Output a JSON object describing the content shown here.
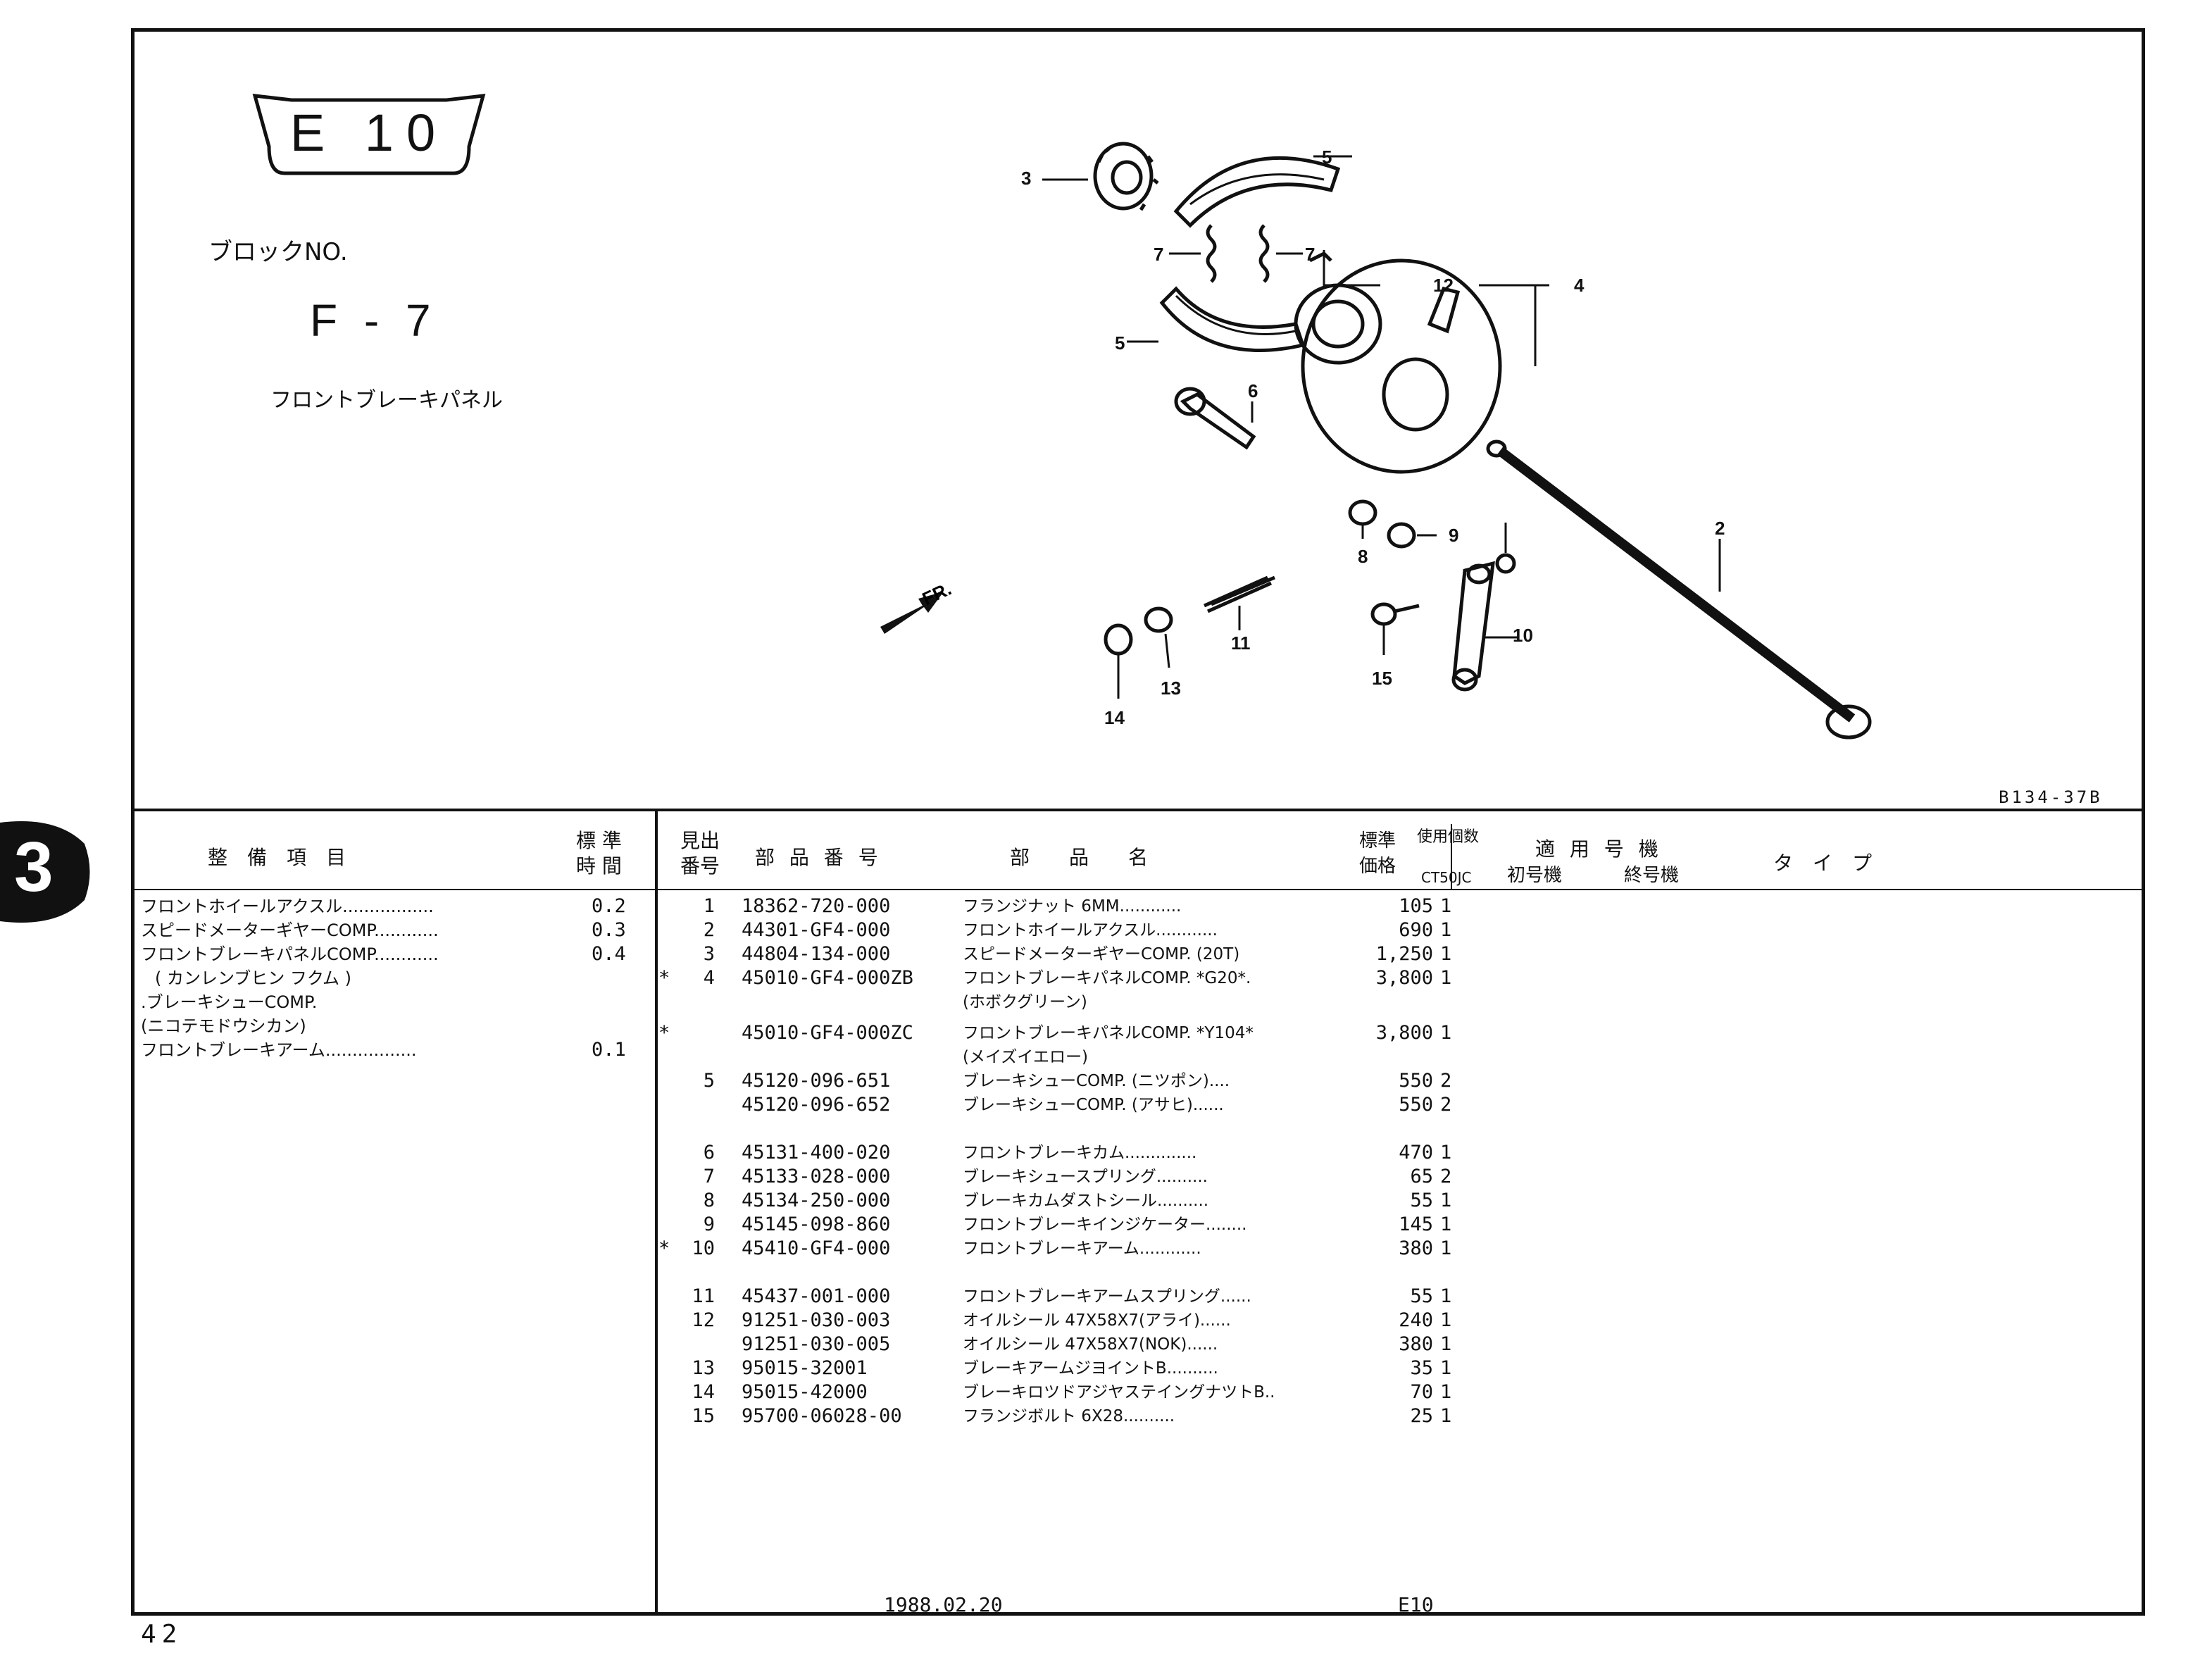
{
  "header": {
    "block_badge": "E 10",
    "block_no_label": "ブロックNO.",
    "block_code": "F - 7",
    "block_name": "フロントブレーキパネル",
    "diagram_ref": "B134-37B",
    "fr_label": "FR."
  },
  "diagram": {
    "callouts": [
      "3",
      "5",
      "7",
      "7",
      "12",
      "4",
      "5",
      "6",
      "2",
      "8",
      "9",
      "11",
      "10",
      "13",
      "14",
      "15"
    ]
  },
  "table_headers": {
    "service_item": "整　備　項　目",
    "std_time": "標 準\n時 間",
    "ref_no": "見出\n番号",
    "part_no": "部 品 番 号",
    "part_name": "部　　品　　名",
    "std_price": "標準\n価格",
    "qty_label": "使用個数",
    "qty_model": "CT50JC",
    "applicable": "適 用 号 機",
    "first_frame": "初号機",
    "last_frame": "終号機",
    "type": "タ　イ　プ"
  },
  "service_items": [
    {
      "name": "フロントホイールアクスル.................",
      "time": "0.2"
    },
    {
      "name": "スピードメーターギヤーCOMP............",
      "time": "0.3"
    },
    {
      "name": "フロントブレーキパネルCOMP............",
      "time": "0.4"
    },
    {
      "name": "( カンレンブヒン フクム )",
      "time": ""
    },
    {
      "name": ".ブレーキシューCOMP.",
      "time": ""
    },
    {
      "name": "(ニコテモドウシカン)",
      "time": ""
    },
    {
      "name": "フロントブレーキアーム.................",
      "time": "0.1"
    }
  ],
  "parts": [
    {
      "mark": "",
      "ref": "1",
      "part_no": "18362-720-000",
      "name": "フランジナット 6MM............",
      "price": "105",
      "qty": "1"
    },
    {
      "mark": "",
      "ref": "2",
      "part_no": "44301-GF4-000",
      "name": "フロントホイールアクスル............",
      "price": "690",
      "qty": "1"
    },
    {
      "mark": "",
      "ref": "3",
      "part_no": "44804-134-000",
      "name": "スピードメーターギヤーCOMP. (20T)",
      "price": "1,250",
      "qty": "1"
    },
    {
      "mark": "*",
      "ref": "4",
      "part_no": "45010-GF4-000ZB",
      "name": "フロントブレーキパネルCOMP. *G20*.",
      "price": "3,800",
      "qty": "1"
    },
    {
      "mark": "",
      "ref": "",
      "part_no": "",
      "name": "(ホボクグリーン)",
      "price": "",
      "qty": ""
    },
    {
      "mark": "*",
      "ref": "",
      "part_no": "45010-GF4-000ZC",
      "name": "フロントブレーキパネルCOMP. *Y104*",
      "price": "3,800",
      "qty": "1"
    },
    {
      "mark": "",
      "ref": "",
      "part_no": "",
      "name": "(メイズイエロー)",
      "price": "",
      "qty": ""
    },
    {
      "mark": "",
      "ref": "5",
      "part_no": "45120-096-651",
      "name": "ブレーキシューCOMP. (ニツポン)....",
      "price": "550",
      "qty": "2"
    },
    {
      "mark": "",
      "ref": "",
      "part_no": "45120-096-652",
      "name": "ブレーキシューCOMP. (アサヒ)......",
      "price": "550",
      "qty": "2"
    },
    {
      "mark": "",
      "ref": "",
      "part_no": "",
      "name": "",
      "price": "",
      "qty": ""
    },
    {
      "mark": "",
      "ref": "6",
      "part_no": "45131-400-020",
      "name": "フロントブレーキカム..............",
      "price": "470",
      "qty": "1"
    },
    {
      "mark": "",
      "ref": "7",
      "part_no": "45133-028-000",
      "name": "ブレーキシュースプリング..........",
      "price": "65",
      "qty": "2"
    },
    {
      "mark": "",
      "ref": "8",
      "part_no": "45134-250-000",
      "name": "ブレーキカムダストシール..........",
      "price": "55",
      "qty": "1"
    },
    {
      "mark": "",
      "ref": "9",
      "part_no": "45145-098-860",
      "name": "フロントブレーキインジケーター........",
      "price": "145",
      "qty": "1"
    },
    {
      "mark": "*",
      "ref": "10",
      "part_no": "45410-GF4-000",
      "name": "フロントブレーキアーム............",
      "price": "380",
      "qty": "1"
    },
    {
      "mark": "",
      "ref": "",
      "part_no": "",
      "name": "",
      "price": "",
      "qty": ""
    },
    {
      "mark": "",
      "ref": "11",
      "part_no": "45437-001-000",
      "name": "フロントブレーキアームスプリング......",
      "price": "55",
      "qty": "1"
    },
    {
      "mark": "",
      "ref": "12",
      "part_no": "91251-030-003",
      "name": "オイルシール 47X58X7(アライ)......",
      "price": "240",
      "qty": "1"
    },
    {
      "mark": "",
      "ref": "",
      "part_no": "91251-030-005",
      "name": "オイルシール 47X58X7(NOK)......",
      "price": "380",
      "qty": "1"
    },
    {
      "mark": "",
      "ref": "13",
      "part_no": "95015-32001",
      "name": "ブレーキアームジヨイントB..........",
      "price": "35",
      "qty": "1"
    },
    {
      "mark": "",
      "ref": "14",
      "part_no": "95015-42000",
      "name": "ブレーキロツドアジヤステイングナツトB..",
      "price": "70",
      "qty": "1"
    },
    {
      "mark": "",
      "ref": "15",
      "part_no": "95700-06028-00",
      "name": "フランジボルト 6X28..........",
      "price": "25",
      "qty": "1"
    }
  ],
  "footer": {
    "date": "1988.02.20",
    "code": "E10",
    "page": "42",
    "side_tab": "3"
  }
}
